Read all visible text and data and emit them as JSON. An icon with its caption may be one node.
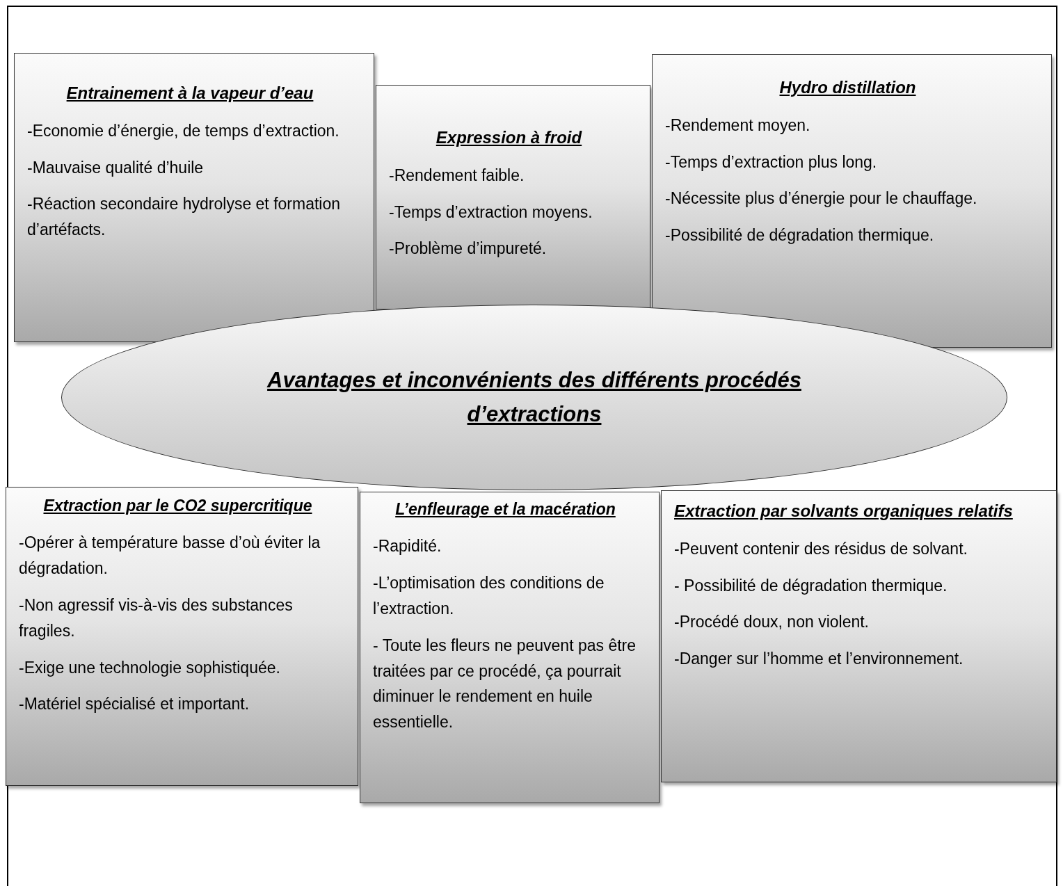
{
  "diagram": {
    "nodes": [
      {
        "text": [
          "Entrainement à la vapeur d’eau",
          "-Economie d’énergie, de temps d’extraction.",
          "-Mauvaise qualité d’huile",
          "-Réaction secondaire hydrolyse et formation d’artéfacts."
        ]
      },
      {
        "text": [
          "Expression à froid",
          "-Rendement faible.",
          "-Temps d’extraction moyens.",
          "-Problème d’impureté."
        ]
      },
      {
        "text": [
          "Hydro distillation",
          "-Rendement moyen.",
          "-Temps d’extraction plus long.",
          "-Nécessite plus d’énergie pour le chauffage.",
          "-Possibilité de dégradation thermique."
        ]
      },
      {
        "text": [
          "Avantages et inconvénients des différents procédés d’extractions"
        ]
      },
      {
        "text": [
          "Extraction par le CO2 supercritique",
          "-Opérer à température basse d’où éviter la dégradation.",
          "-Non agressif vis-à-vis des substances fragiles.",
          "-Exige une technologie sophistiquée.",
          "-Matériel spécialisé et important."
        ]
      },
      {
        "text": [
          "L’enfleurage et la macération",
          "-Rapidité.",
          "-L’optimisation des conditions de l’extraction.",
          "- Toute les fleurs ne peuvent pas être traitées par ce procédé, ça pourrait diminuer le rendement en huile essentielle."
        ]
      },
      {
        "text": [
          "Extraction par solvants organiques relatifs",
          "-Peuvent contenir des résidus de solvant.",
          "- Possibilité de dégradation thermique.",
          "-Procédé doux, non violent.",
          "-Danger sur l’homme et l’environnement."
        ]
      }
    ]
  }
}
